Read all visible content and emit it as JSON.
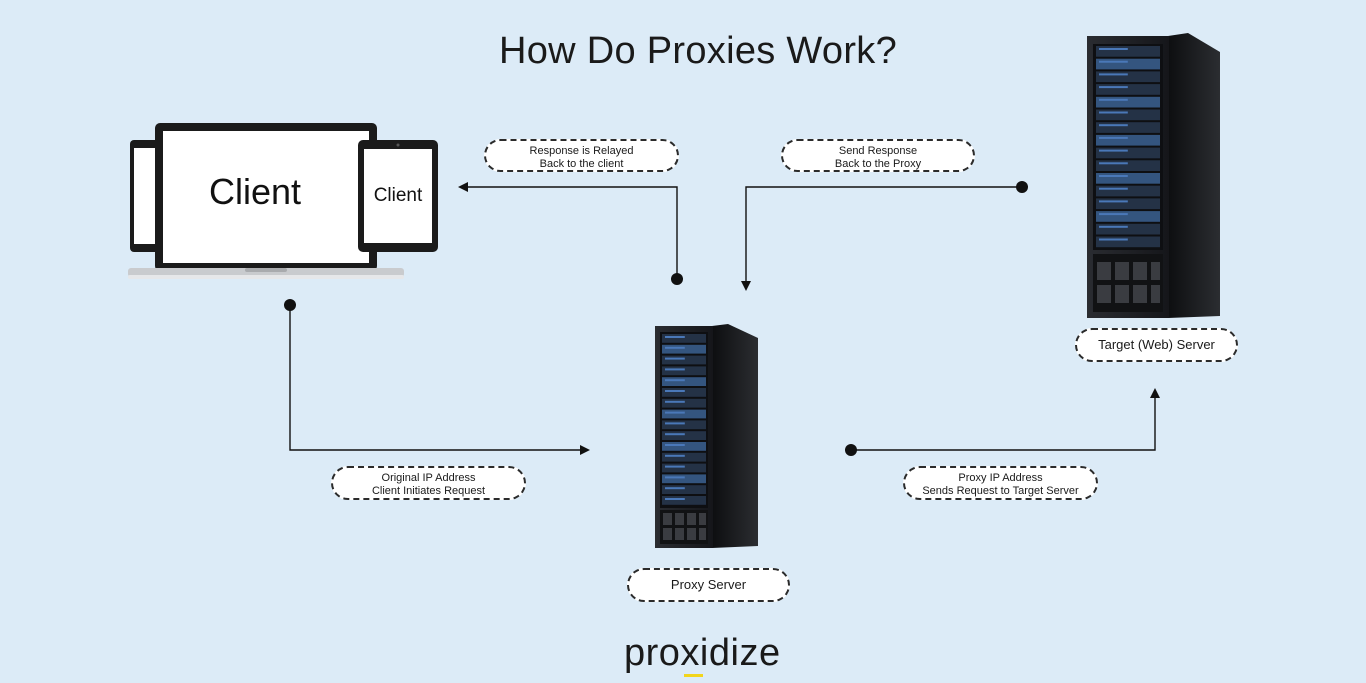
{
  "title": "How Do Proxies Work?",
  "client_label_large": "Client",
  "client_label_small": "Client",
  "labels": {
    "response_relayed": [
      "Response is Relayed",
      "Back to the client"
    ],
    "send_response": [
      "Send Response",
      "Back to the Proxy"
    ],
    "original_ip": [
      "Original IP Address",
      "Client Initiates Request"
    ],
    "proxy_ip": [
      "Proxy IP Address",
      "Sends Request to Target Server"
    ],
    "proxy_server": "Proxy Server",
    "target_server": "Target  (Web) Server"
  },
  "logo": {
    "text": "proxidize",
    "accent_color": "#f2d51c"
  },
  "colors": {
    "background": "#dcebf7",
    "line": "#111111",
    "server_body": "#1c1d20",
    "server_light": "#4a78b8"
  }
}
